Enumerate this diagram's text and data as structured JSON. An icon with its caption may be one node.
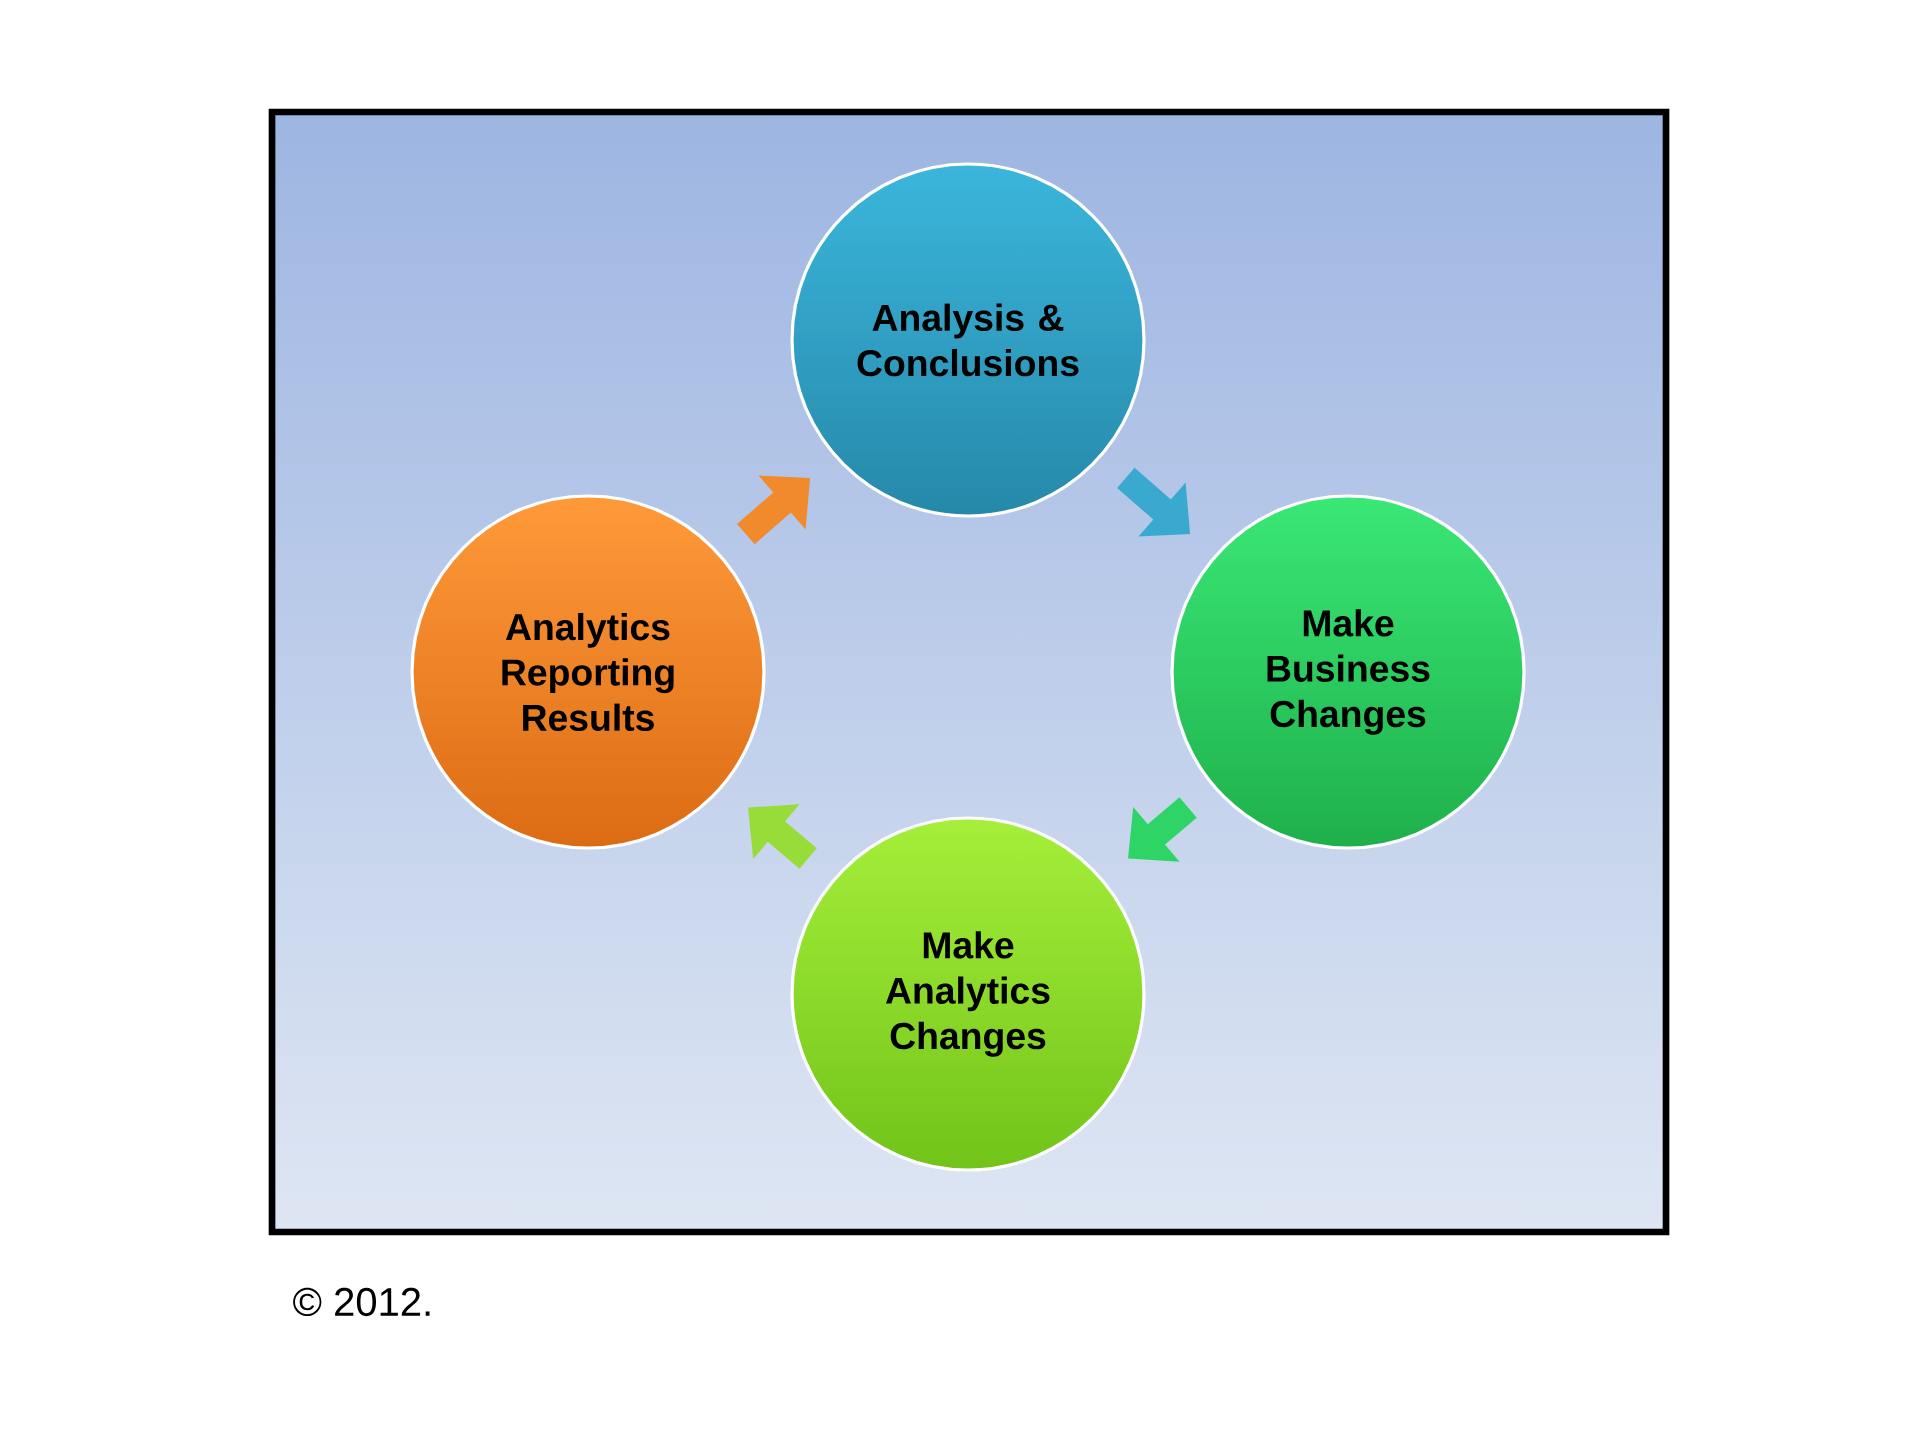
{
  "diagram": {
    "nodes": [
      {
        "text": [
          "Analysis & Conclusions"
        ]
      },
      {
        "text": [
          "Make Business Changes"
        ]
      },
      {
        "text": [
          "Make Analytics Changes"
        ]
      },
      {
        "text": [
          "Analytics Reporting Results"
        ]
      }
    ],
    "edges": [
      {
        "from": 3,
        "to": 0,
        "arrow": "to",
        "color": "#f08a2c"
      },
      {
        "from": 0,
        "to": 1,
        "arrow": "to",
        "color": "#3aa9cf"
      },
      {
        "from": 1,
        "to": 2,
        "arrow": "to",
        "color": "#2fd467"
      },
      {
        "from": 2,
        "to": 3,
        "arrow": "to",
        "color": "#98dc3a"
      }
    ],
    "labels": [
      "© 2012."
    ]
  }
}
